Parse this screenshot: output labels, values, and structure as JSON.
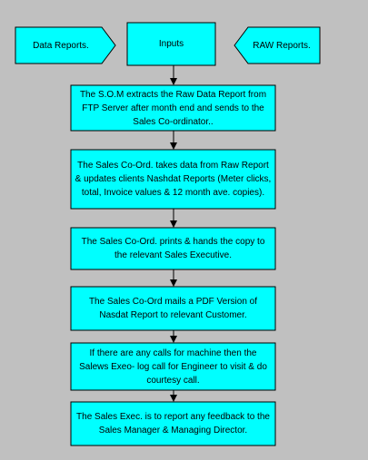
{
  "inputs_row": {
    "left": "Data Reports.",
    "center": "Inputs",
    "right": "RAW Reports."
  },
  "steps": [
    "The S.O.M extracts the Raw Data Report from FTP Server after month end and sends to the Sales Co-ordinator..",
    "The Sales Co-Ord. takes data from Raw Report & updates clients Nashdat Reports (Meter clicks, total, Invoice values & 12 month ave. copies).",
    "The Sales Co-Ord. prints & hands the copy to the relevant Sales Executive.",
    "The Sales Co-Ord mails a PDF Version of Nasdat Report to relevant Customer.",
    "If there are any calls for machine then the Salews Exeo- log call for Engineer to visit & do courtesy call.",
    "The Sales Exec. is to report any feedback to the Sales Manager & Managing Director."
  ],
  "colors": {
    "fill": "#00ffff",
    "stroke": "#000000",
    "background": "#c0c0c0"
  }
}
